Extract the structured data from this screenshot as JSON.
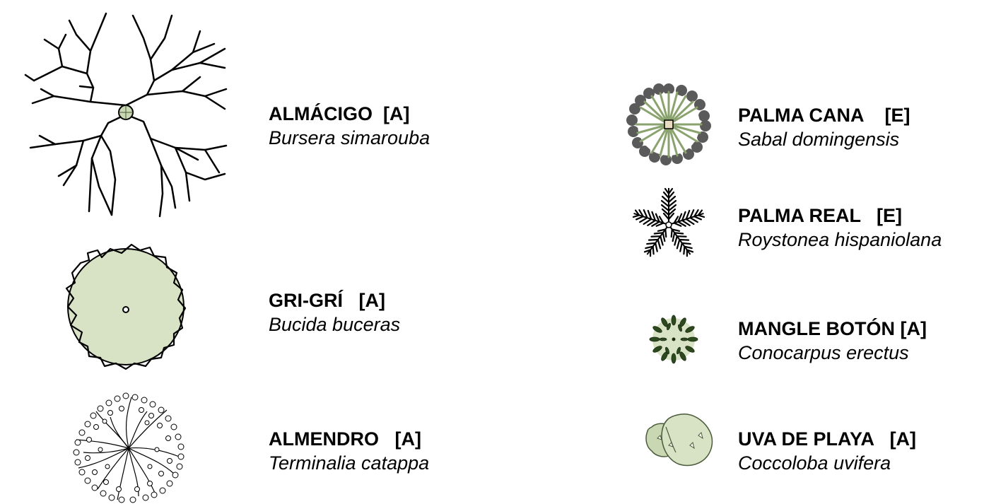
{
  "legend": {
    "items": [
      {
        "id": "almacigo",
        "common_name": "ALMÁCIGO  [A]",
        "scientific_name": "Bursera simarouba",
        "symbol": "branching-tree-icon"
      },
      {
        "id": "grigri",
        "common_name": "GRI-GRÍ   [A]",
        "scientific_name": "Bucida buceras",
        "symbol": "canopy-circle-icon"
      },
      {
        "id": "almendro",
        "common_name": "ALMENDRO   [A]",
        "scientific_name": "Terminalia catappa",
        "symbol": "leafy-tree-icon"
      },
      {
        "id": "palma-cana",
        "common_name": "PALMA CANA    [E]",
        "scientific_name": "Sabal domingensis",
        "symbol": "fan-palm-icon"
      },
      {
        "id": "palma-real",
        "common_name": "PALMA REAL   [E]",
        "scientific_name": "Roystonea hispaniolana",
        "symbol": "feather-palm-icon"
      },
      {
        "id": "mangle-boton",
        "common_name": "MANGLE BOTÓN [A]",
        "scientific_name": "Conocarpus erectus",
        "symbol": "small-shrub-icon"
      },
      {
        "id": "uva-de-playa",
        "common_name": "UVA DE PLAYA   [A]",
        "scientific_name": "Coccoloba uvifera",
        "symbol": "sea-grape-icon"
      }
    ]
  },
  "colors": {
    "canopy_fill": "#d8e2c4",
    "canopy_fill_dark": "#c9d7b2",
    "palm_green": "#8aa36e",
    "palm_gray": "#5a5a5a",
    "shrub_green": "#2d4a1f",
    "ink": "#000000"
  }
}
